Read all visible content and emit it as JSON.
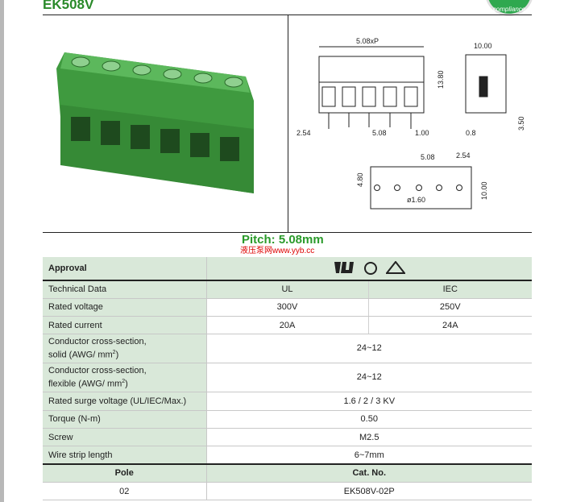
{
  "header": {
    "title": "EK508V",
    "badge_text": "compliance"
  },
  "drawing": {
    "labels": [
      "5.08xP",
      "10.00",
      "13.80",
      "2.54",
      "5.08",
      "1.00",
      "0.8",
      "3.50",
      "5.08",
      "2.54",
      "4.80",
      "10.00",
      "ø1.60"
    ]
  },
  "pitch": "Pitch: 5.08mm",
  "watermark": "液压泵网www.yyb.cc",
  "table": {
    "approval_label": "Approval",
    "approval_icons": [
      "ul-recognized-icon",
      "csa-icon",
      "vde-icon"
    ],
    "tech_label": "Technical Data",
    "ul": "UL",
    "iec": "IEC",
    "rows2": [
      {
        "label": "Rated voltage",
        "ul": "300V",
        "iec": "250V"
      },
      {
        "label": "Rated current",
        "ul": "20A",
        "iec": "24A"
      }
    ],
    "solid": {
      "label1": "Conductor cross-section,",
      "label2": "solid (AWG/ mm",
      "value": "24~12"
    },
    "flexible": {
      "label1": "Conductor cross-section,",
      "label2": "flexible (AWG/ mm",
      "value": "24~12"
    },
    "rows1": [
      {
        "label": "Rated surge voltage (UL/IEC/Max.)",
        "value": "1.6 / 2 / 3 KV"
      },
      {
        "label": "Torque (N-m)",
        "value": "0.50"
      },
      {
        "label": "Screw",
        "value": "M2.5"
      },
      {
        "label": "Wire strip length",
        "value": "6~7mm"
      }
    ],
    "pole_header": "Pole",
    "catno_header": "Cat. No.",
    "poles": [
      {
        "pole": "02",
        "cat": "EK508V-02P"
      }
    ]
  },
  "colors": {
    "green_title": "#2a8a2a",
    "table_shade": "#d9e8d9",
    "product_green": "#3f9a3f"
  }
}
